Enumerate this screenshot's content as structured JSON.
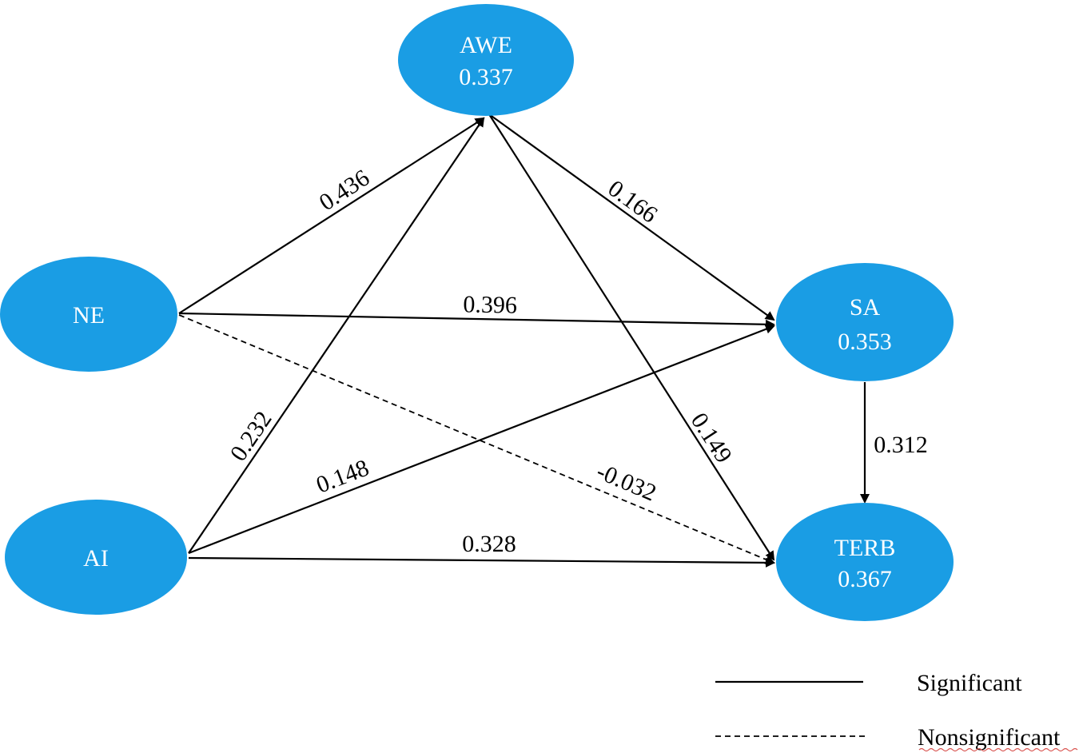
{
  "nodes": {
    "awe": {
      "name": "AWE",
      "value": "0.337"
    },
    "ne": {
      "name": "NE",
      "value": ""
    },
    "ai": {
      "name": "AI",
      "value": ""
    },
    "sa": {
      "name": "SA",
      "value": "0.353"
    },
    "terb": {
      "name": "TERB",
      "value": "0.367"
    }
  },
  "paths": {
    "ne_awe": {
      "from": "NE",
      "to": "AWE",
      "coefficient": "0.436",
      "significant": true
    },
    "ne_sa": {
      "from": "NE",
      "to": "SA",
      "coefficient": "0.396",
      "significant": true
    },
    "ne_terb": {
      "from": "NE",
      "to": "TERB",
      "coefficient": "-0.032",
      "significant": false
    },
    "ai_awe": {
      "from": "AI",
      "to": "AWE",
      "coefficient": "0.232",
      "significant": true
    },
    "ai_sa": {
      "from": "AI",
      "to": "SA",
      "coefficient": "0.148",
      "significant": true
    },
    "ai_terb": {
      "from": "AI",
      "to": "TERB",
      "coefficient": "0.328",
      "significant": true
    },
    "awe_sa": {
      "from": "AWE",
      "to": "SA",
      "coefficient": "0.166",
      "significant": true
    },
    "awe_terb": {
      "from": "AWE",
      "to": "TERB",
      "coefficient": "0.149",
      "significant": true
    },
    "sa_terb": {
      "from": "SA",
      "to": "TERB",
      "coefficient": "0.312",
      "significant": true
    }
  },
  "legend": {
    "significant": "Significant",
    "nonsignificant": "Nonsignificant"
  },
  "colors": {
    "node_fill": "#1a9de4",
    "node_text": "#ffffff",
    "edge": "#000000"
  }
}
